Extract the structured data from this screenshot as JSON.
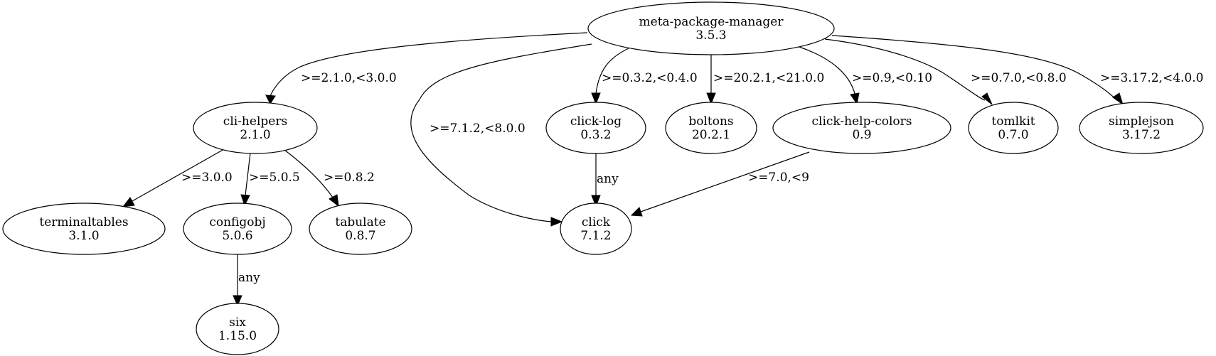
{
  "nodes": {
    "mpm": {
      "name": "meta-package-manager",
      "version": "3.5.3"
    },
    "cli_helpers": {
      "name": "cli-helpers",
      "version": "2.1.0"
    },
    "click_log": {
      "name": "click-log",
      "version": "0.3.2"
    },
    "boltons": {
      "name": "boltons",
      "version": "20.2.1"
    },
    "click_help_colors": {
      "name": "click-help-colors",
      "version": "0.9"
    },
    "tomlkit": {
      "name": "tomlkit",
      "version": "0.7.0"
    },
    "simplejson": {
      "name": "simplejson",
      "version": "3.17.2"
    },
    "terminaltables": {
      "name": "terminaltables",
      "version": "3.1.0"
    },
    "configobj": {
      "name": "configobj",
      "version": "5.0.6"
    },
    "tabulate": {
      "name": "tabulate",
      "version": "0.8.7"
    },
    "click": {
      "name": "click",
      "version": "7.1.2"
    },
    "six": {
      "name": "six",
      "version": "1.15.0"
    }
  },
  "edges": [
    {
      "from": "mpm",
      "to": "cli_helpers",
      "label": ">=2.1.0,<3.0.0"
    },
    {
      "from": "mpm",
      "to": "click",
      "label": ">=7.1.2,<8.0.0"
    },
    {
      "from": "mpm",
      "to": "click_log",
      "label": ">=0.3.2,<0.4.0"
    },
    {
      "from": "mpm",
      "to": "boltons",
      "label": ">=20.2.1,<21.0.0"
    },
    {
      "from": "mpm",
      "to": "click_help_colors",
      "label": ">=0.9,<0.10"
    },
    {
      "from": "mpm",
      "to": "tomlkit",
      "label": ">=0.7.0,<0.8.0"
    },
    {
      "from": "mpm",
      "to": "simplejson",
      "label": ">=3.17.2,<4.0.0"
    },
    {
      "from": "cli_helpers",
      "to": "terminaltables",
      "label": ">=3.0.0"
    },
    {
      "from": "cli_helpers",
      "to": "configobj",
      "label": ">=5.0.5"
    },
    {
      "from": "cli_helpers",
      "to": "tabulate",
      "label": ">=0.8.2"
    },
    {
      "from": "click_log",
      "to": "click",
      "label": "any"
    },
    {
      "from": "click_help_colors",
      "to": "click",
      "label": ">=7.0,<9"
    },
    {
      "from": "configobj",
      "to": "six",
      "label": "any"
    }
  ]
}
